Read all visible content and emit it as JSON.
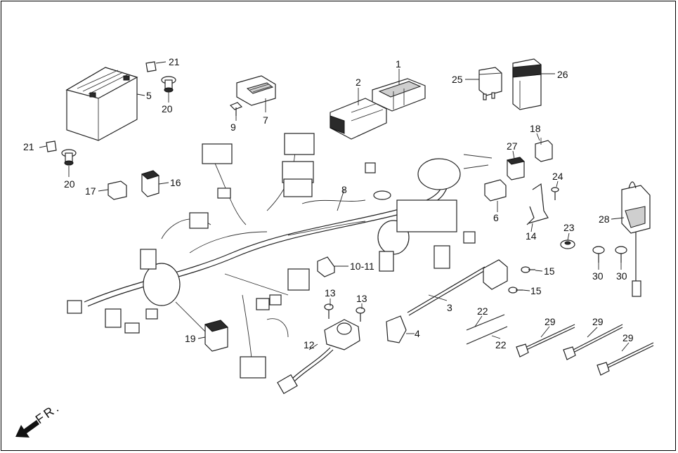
{
  "orientation": {
    "text": "FR."
  },
  "callouts": {
    "c1": "1",
    "c2": "2",
    "c3": "3",
    "c4": "4",
    "c5": "5",
    "c6": "6",
    "c7": "7",
    "c8": "8",
    "c9": "9",
    "c10_11": "10-11",
    "c12": "12",
    "c13a": "13",
    "c13b": "13",
    "c14": "14",
    "c15a": "15",
    "c15b": "15",
    "c16": "16",
    "c17": "17",
    "c18": "18",
    "c19": "19",
    "c20a": "20",
    "c20b": "20",
    "c21a": "21",
    "c21b": "21",
    "c22a": "22",
    "c22b": "22",
    "c23": "23",
    "c24": "24",
    "c25": "25",
    "c26": "26",
    "c27": "27",
    "c28": "28",
    "c29a": "29",
    "c29b": "29",
    "c29c": "29",
    "c30a": "30",
    "c30b": "30"
  }
}
